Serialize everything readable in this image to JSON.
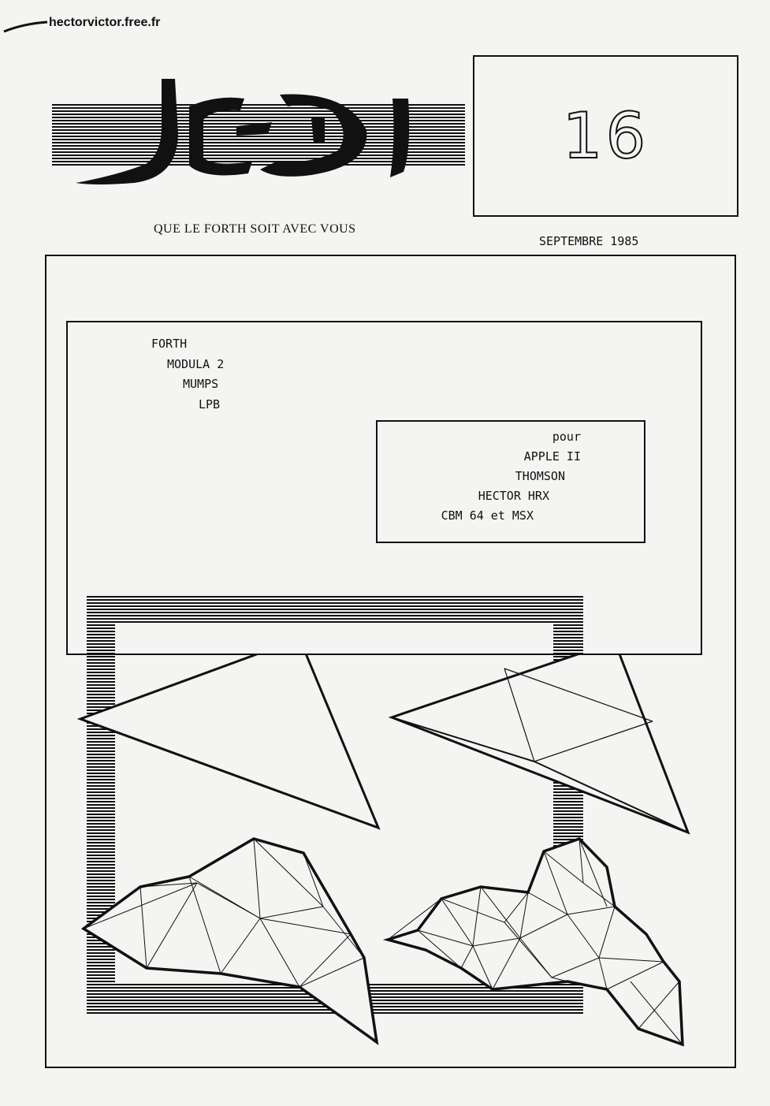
{
  "header": {
    "watermark": "hectorvictor.free.fr",
    "logo_text": "JEDI",
    "issue_number": "16",
    "tagline": "QUE LE FORTH SOIT AVEC VOUS",
    "date": "SEPTEMBRE 1985"
  },
  "languages": [
    "FORTH",
    "MODULA 2",
    "MUMPS",
    "LPB"
  ],
  "platforms": {
    "intro": "pour",
    "items": [
      "APPLE II",
      "THOMSON",
      "HECTOR HRX",
      "CBM 64 et MSX"
    ]
  },
  "illustration": {
    "panels": [
      "triangle",
      "subdivided-triangle",
      "triangulated-mesh",
      "dense-triangulated-mesh"
    ]
  }
}
